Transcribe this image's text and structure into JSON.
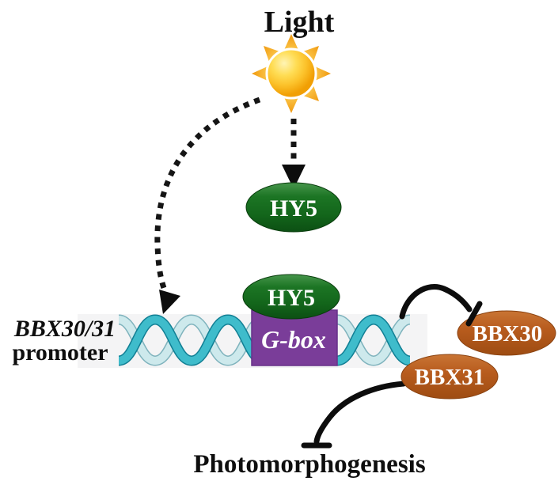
{
  "figure": {
    "light_label": "Light",
    "hy5_upper": "HY5",
    "hy5_dna": "HY5",
    "gbox_label": "G-box",
    "bbx30_label": "BBX30",
    "bbx31_label": "BBX31",
    "promoter_line1": "BBX30/31",
    "promoter_line2": "promoter",
    "outcome_label": "Photomorphogenesis"
  },
  "colors": {
    "hy5_green_dark": "#0c4f13",
    "bbx_orange": "#b85c1e",
    "gbox_purple": "#7a3d99",
    "dna_teal": "#3fbccb",
    "dna_light": "#cde9ec",
    "arrow_black": "#151515",
    "sun_core": "#fdc32e",
    "sun_ray": "#f29d0d",
    "band_gray": "#f4f4f5"
  }
}
